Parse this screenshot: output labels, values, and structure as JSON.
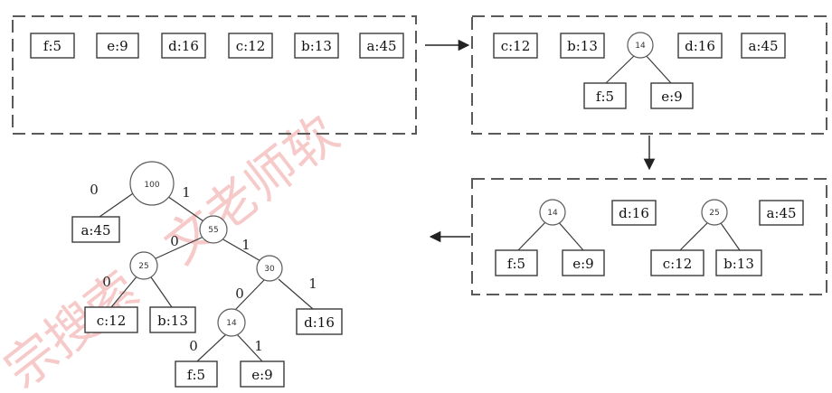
{
  "panel1": {
    "boxes": [
      "f:5",
      "e:9",
      "d:16",
      "c:12",
      "b:13",
      "a:45"
    ]
  },
  "panel2": {
    "boxes_top": [
      "c:12",
      "b:13",
      "d:16",
      "a:45"
    ],
    "node": "14",
    "children": [
      "f:5",
      "e:9"
    ]
  },
  "panel3": {
    "node_left": "14",
    "children_left": [
      "f:5",
      "e:9"
    ],
    "box_mid": "d:16",
    "node_right": "25",
    "children_right": [
      "c:12",
      "b:13"
    ],
    "box_right": "a:45"
  },
  "final_tree": {
    "root": "100",
    "a": "a:45",
    "n55": "55",
    "n25": "25",
    "n30": "30",
    "c": "c:12",
    "b": "b:13",
    "n14": "14",
    "d": "d:16",
    "f": "f:5",
    "e": "e:9",
    "bits": {
      "root_left": "0",
      "root_right": "1",
      "n55_left": "0",
      "n55_right": "1",
      "n25_left": "0",
      "n30_left": "0",
      "n30_right": "1",
      "n14_left": "0",
      "n14_right": "1"
    }
  },
  "watermark": "宗搜索・文老师软"
}
